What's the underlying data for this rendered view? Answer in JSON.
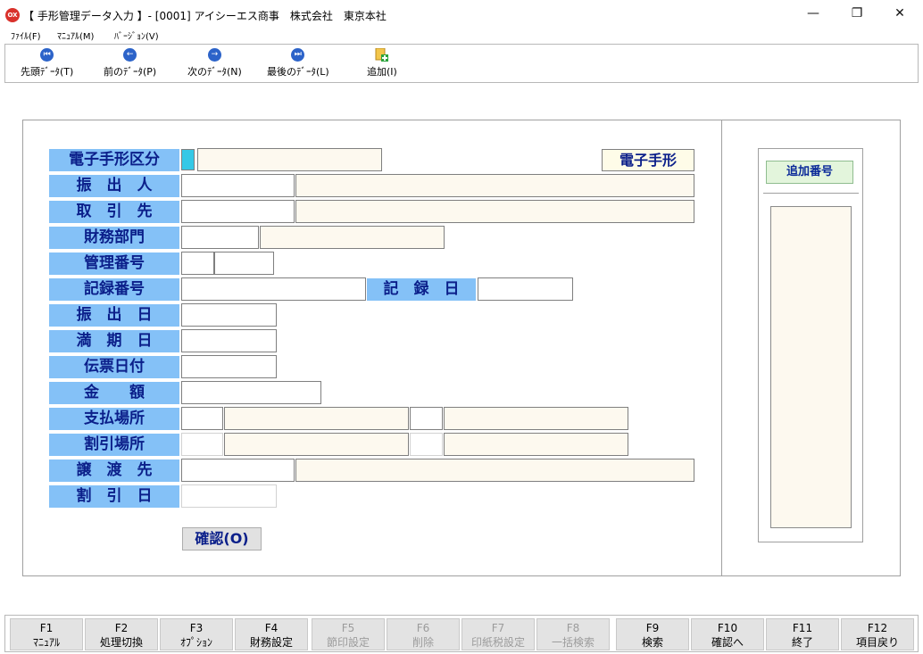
{
  "window": {
    "app_icon_text": "OX",
    "title": "【 手形管理データ入力 】- [0001] アイシーエス商事　株式会社　東京本社",
    "minimize": "—",
    "restore": "❐",
    "close": "✕"
  },
  "menu": [
    "ﾌｧｲﾙ(F)",
    "ﾏﾆｭｱﾙ(M)",
    "ﾊﾞｰｼﾞｮﾝ(V)"
  ],
  "toolbar": [
    {
      "label": "先頭ﾃﾞｰﾀ(T)",
      "icon": "first-record-icon",
      "glyph": "⏮"
    },
    {
      "label": "前のﾃﾞｰﾀ(P)",
      "icon": "previous-record-icon",
      "glyph": "←"
    },
    {
      "label": "次のﾃﾞｰﾀ(N)",
      "icon": "next-record-icon",
      "glyph": "→"
    },
    {
      "label": "最後のﾃﾞｰﾀ(L)",
      "icon": "last-record-icon",
      "glyph": "⏭"
    },
    {
      "label": "追加(I)",
      "icon": "add-record-icon",
      "glyph": "+"
    }
  ],
  "form": {
    "labels": {
      "kubun": "電子手形区分",
      "furidashinin": "振　出　人",
      "torihikisaki": "取　引　先",
      "zaimu_bumon": "財務部門",
      "kanri_bango": "管理番号",
      "kiroku_bango": "記録番号",
      "kiroku_bi": "記　録　日",
      "furidashi_bi": "振　出　日",
      "manki_bi": "満　期　日",
      "denpyo_hizuke": "伝票日付",
      "kingaku": "金　　額",
      "shiharai_basho": "支払場所",
      "waribiki_basho": "割引場所",
      "joto_saki": "譲　渡　先",
      "waribiki_bi": "割　引　日"
    },
    "denshi_tegata": "電子手形",
    "confirm_button": "確認(O)",
    "tsuika_bango": "追加番号"
  },
  "fkeys": [
    {
      "key": "F1",
      "label": "ﾏﾆｭｱﾙ",
      "enabled": true
    },
    {
      "key": "F2",
      "label": "処理切換",
      "enabled": true
    },
    {
      "key": "F3",
      "label": "ｵﾌﾟｼｮﾝ",
      "enabled": true
    },
    {
      "key": "F4",
      "label": "財務設定",
      "enabled": true
    },
    {
      "key": "F5",
      "label": "節印設定",
      "enabled": false
    },
    {
      "key": "F6",
      "label": "削除",
      "enabled": false
    },
    {
      "key": "F7",
      "label": "印紙税設定",
      "enabled": false
    },
    {
      "key": "F8",
      "label": "一括検索",
      "enabled": false
    },
    {
      "key": "F9",
      "label": "検索",
      "enabled": true
    },
    {
      "key": "F10",
      "label": "確認へ",
      "enabled": true
    },
    {
      "key": "F11",
      "label": "終了",
      "enabled": true
    },
    {
      "key": "F12",
      "label": "項目戻り",
      "enabled": true
    }
  ],
  "colors": {
    "label_bg": "#84c1f7",
    "label_text": "#0b1f8a",
    "cream_field": "#fdf9ef",
    "indicator": "#35c8e6",
    "tsuika_bg": "#e3f5dc"
  }
}
